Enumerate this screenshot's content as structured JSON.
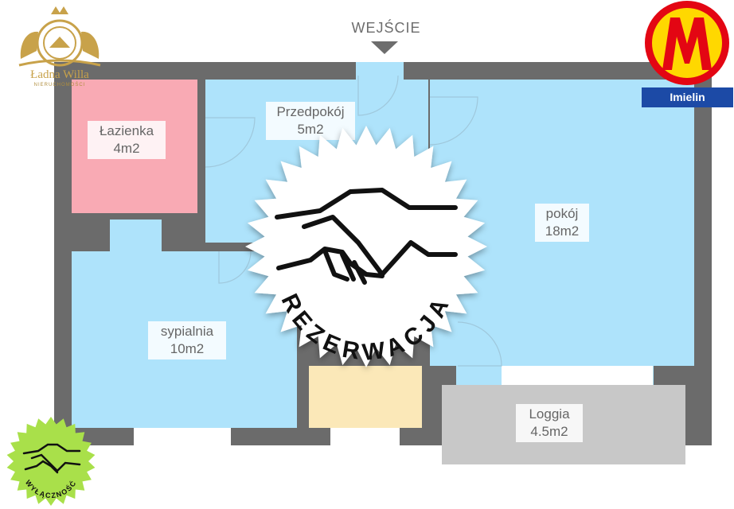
{
  "entrance": {
    "label": "WEJŚCIE"
  },
  "rooms": {
    "bathroom": {
      "name": "Łazienka",
      "area": "4m2"
    },
    "hallway": {
      "name": "Przedpokój",
      "area": "5m2"
    },
    "living_room": {
      "name": "pokój",
      "area": "18m2"
    },
    "bedroom": {
      "name": "sypialnia",
      "area": "10m2"
    },
    "loggia": {
      "name": "Loggia",
      "area": "4.5m2"
    }
  },
  "stamp": {
    "text": "REZERWACJA"
  },
  "metro": {
    "letter": "M",
    "station": "Imielin",
    "color": "#e30613",
    "ring": "#ffd800"
  },
  "logo": {
    "name": "Ładna Willa",
    "subtitle": "NIERUCHOMOŚCI"
  },
  "badge": {
    "text": "WYŁĄCZNOŚĆ",
    "color": "#a9e04a"
  },
  "colors": {
    "wall": "#6b6b6b",
    "room_blue": "#aee3fb",
    "bathroom_pink": "#f9aab4",
    "kitchen_beige": "#fbe8b8",
    "loggia_gray": "#c8c8c8"
  }
}
